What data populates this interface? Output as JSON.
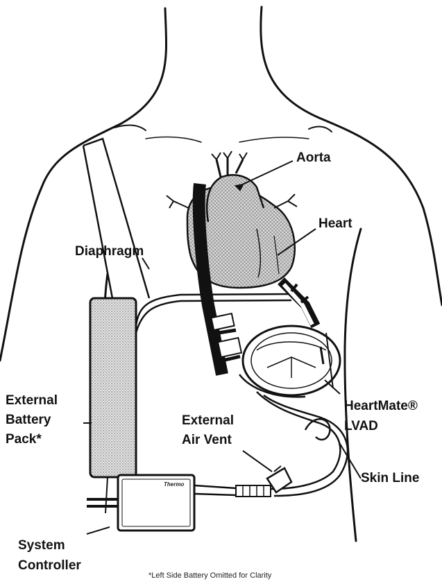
{
  "labels": {
    "aorta": "Aorta",
    "heart": "Heart",
    "diaphragm": "Diaphragm",
    "battery_line1": "External",
    "battery_line2": "Battery",
    "battery_line3": "Pack*",
    "heartmate_line1": "HeartMate®",
    "heartmate_line2": "LVAD",
    "airvent_line1": "External",
    "airvent_line2": "Air Vent",
    "skin_line": "Skin Line",
    "controller_line1": "System",
    "controller_line2": "Controller",
    "controller_logo": "Thermo"
  },
  "footnote": "*Left Side Battery Omitted for Clarity"
}
